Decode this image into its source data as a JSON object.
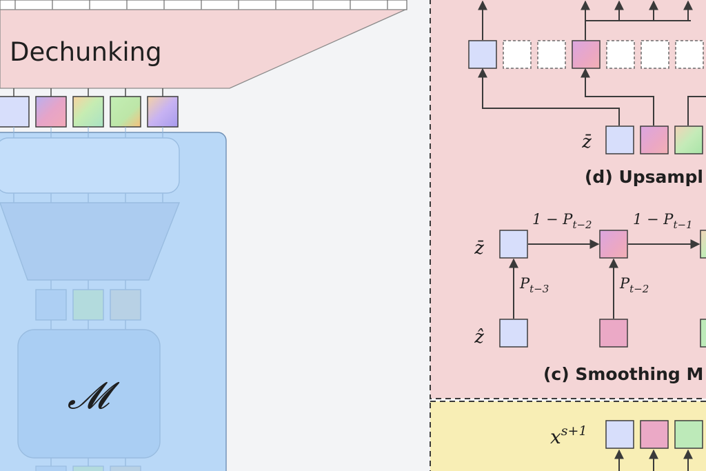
{
  "colors": {
    "background": "#f3f4f6",
    "pink_panel": "#f4d5d6",
    "yellow_panel": "#f8eeb5",
    "blue_panel": "#b9d8f7",
    "block_blue": "#a5cbf2",
    "cell_lavender": "#d7defb",
    "cell_pink": "#eba9c6",
    "cell_green": "#bdeab9",
    "cell_white": "#ffffff"
  },
  "left": {
    "dechunking_label": "Dechunking",
    "main_network_symbol": "𝓜"
  },
  "upsampler": {
    "caption": "(d) Upsampl",
    "input_symbol": "z̄"
  },
  "smoothing": {
    "caption": "(c) Smoothing M",
    "top_symbol": "z̄",
    "bottom_symbol": "ẑ",
    "edge_label_1_base": "1 − P",
    "edge_label_1_sub": "t−2",
    "edge_label_2_base": "1 − P",
    "edge_label_2_sub": "t−1",
    "vert_label_1_base": "P",
    "vert_label_1_sub": "t−3",
    "vert_label_2_base": "P",
    "vert_label_2_sub": "t−2"
  },
  "output": {
    "symbol_base": "x",
    "symbol_sup": "s+1"
  }
}
